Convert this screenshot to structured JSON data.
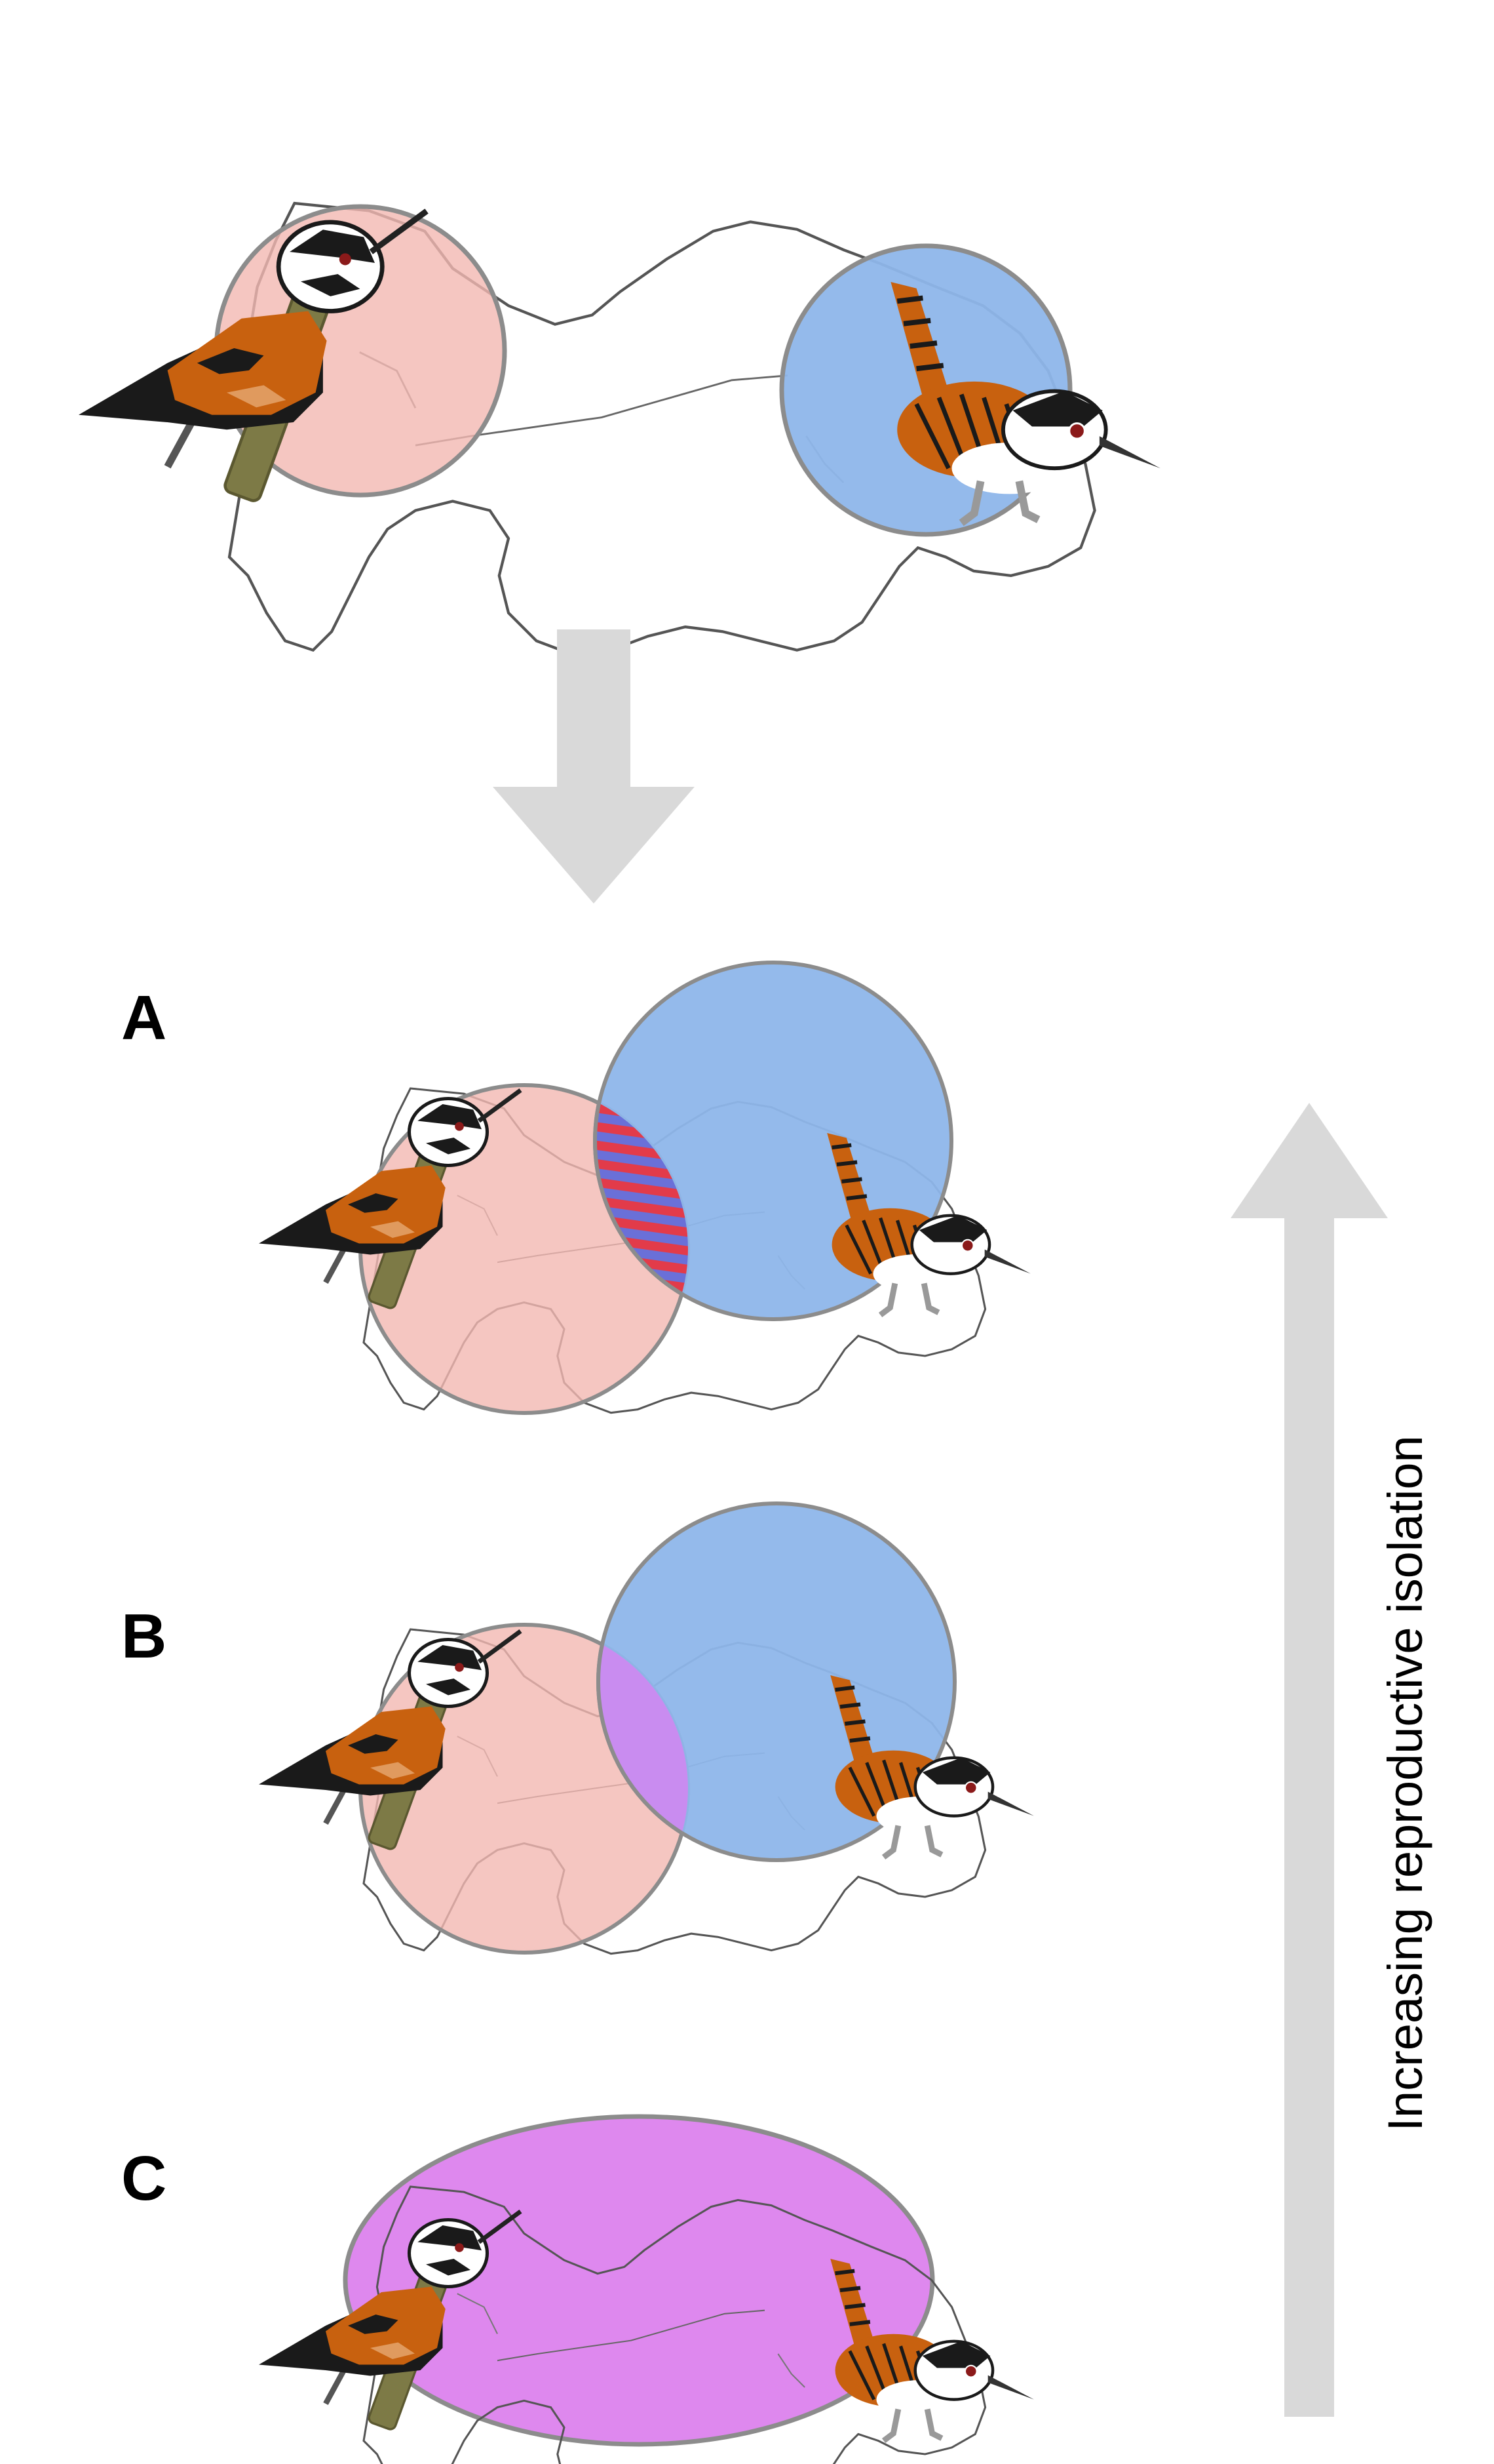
{
  "panels": {
    "a": "A",
    "b": "B",
    "c": "C"
  },
  "side_arrow_label": "Increasing reproductive isolation",
  "colors": {
    "species_left_range": "#f2b8b2",
    "species_right_range": "#8eb6ea",
    "overlap_hybrid_panel_b": "#c98cf0",
    "overlap_panel_c": "#de88ee",
    "stripe_red": "#e23b4a",
    "stripe_blue": "#6a70d8",
    "arrow_grey": "#d9d9d9",
    "range_outline": "#8c8c8c",
    "bird_rufous": "#c8610f",
    "bird_black": "#1a1a1a",
    "perch_olive": "#7d7a46"
  },
  "icons": [
    "bird-perched-left-icon",
    "bird-wren-right-icon",
    "panama-map-outline-icon",
    "down-arrow-icon",
    "up-arrow-icon"
  ]
}
